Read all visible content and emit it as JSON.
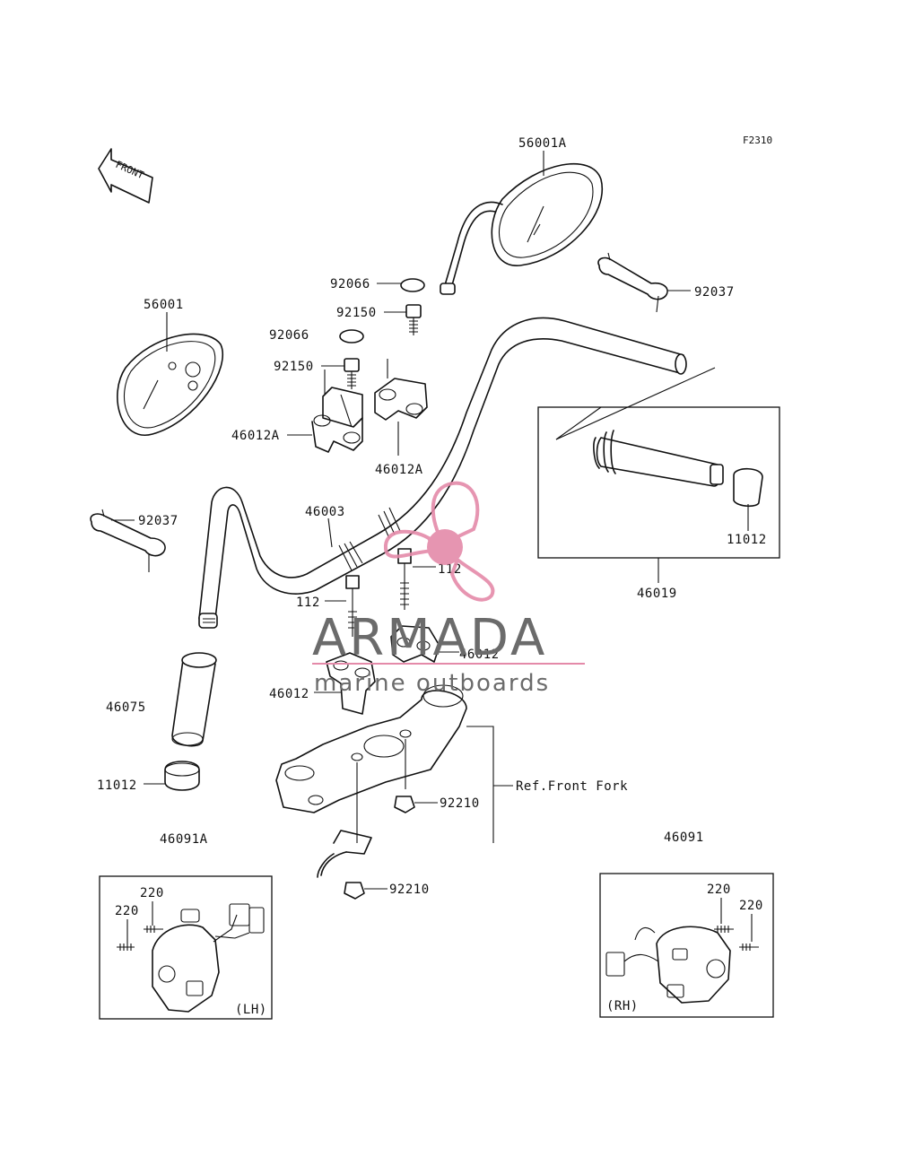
{
  "figure_code": "F2310",
  "front_label": "FRONT",
  "watermark": {
    "title": "ARMADA",
    "subtitle": "marine outboards",
    "accent_color": "#e48aa9",
    "text_color": "#6b6b6b"
  },
  "callouts": {
    "c56001A": "56001A",
    "c56001": "56001",
    "c92066a": "92066",
    "c92066b": "92066",
    "c92150a": "92150",
    "c92150b": "92150",
    "c92037a": "92037",
    "c92037b": "92037",
    "c46012Aa": "46012A",
    "c46012Ab": "46012A",
    "c46003": "46003",
    "c112a": "112",
    "c112b": "112",
    "c46012a": "46012",
    "c46012b": "46012",
    "c11012a": "11012",
    "c11012b": "11012",
    "c46019": "46019",
    "c46075": "46075",
    "cRefFork": "Ref.Front Fork",
    "c92210a": "92210",
    "c92210b": "92210",
    "c46091A": "46091A",
    "c46091": "46091",
    "c220a": "220",
    "c220b": "220",
    "c220c": "220",
    "c220d": "220",
    "lh": "(LH)",
    "rh": "(RH)"
  }
}
